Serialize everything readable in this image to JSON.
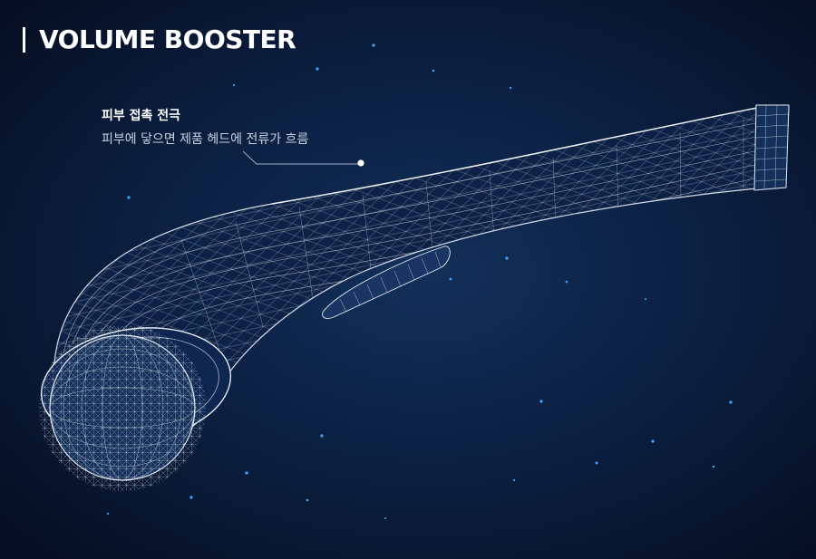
{
  "header": {
    "title": "VOLUME BOOSTER"
  },
  "callout": {
    "title": "피부 접촉 전극",
    "description": "피부에 닿으면 제품 헤드에 전류가 흐름"
  },
  "colors": {
    "background": "#0b1a33",
    "star": "#3ea6ff",
    "wireframe": "#d6dde8",
    "text": "#ffffff"
  },
  "icons": {
    "device": "wireframe-device-illustration"
  }
}
